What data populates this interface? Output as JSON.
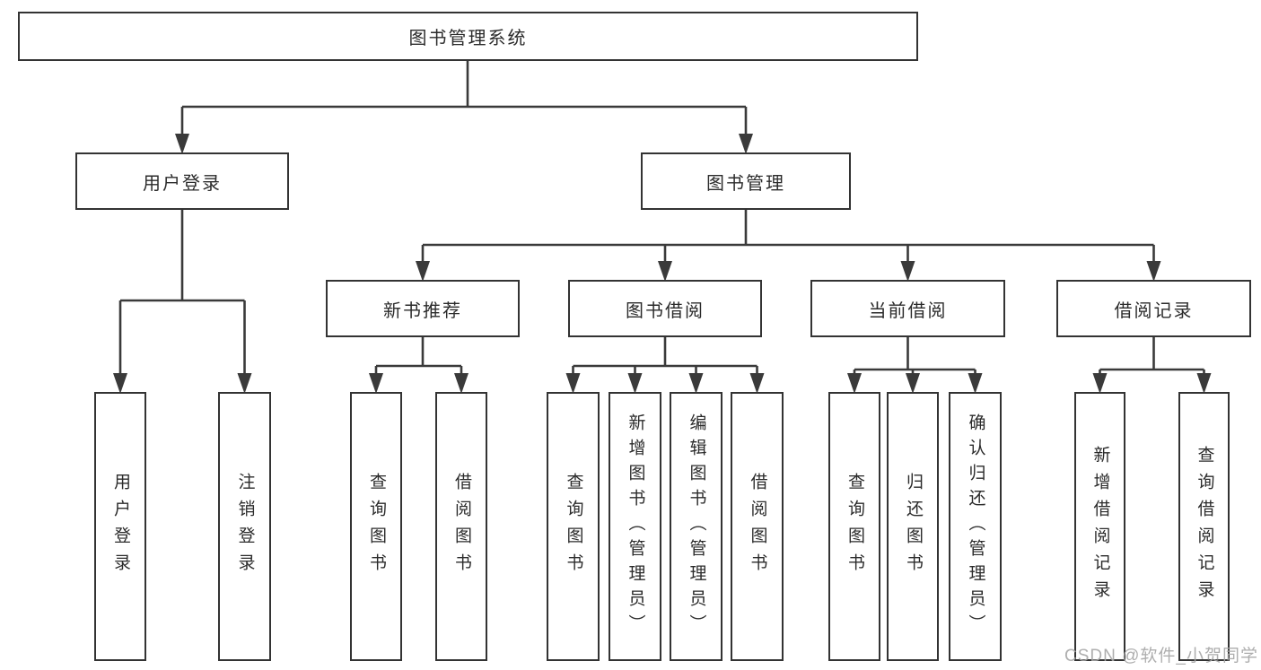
{
  "diagram_title": "图书管理系统",
  "nodes": {
    "root": "图书管理系统",
    "user_login": "用户登录",
    "book_management": "图书管理",
    "new_book_recommend": "新书推荐",
    "book_borrowing": "图书借阅",
    "current_borrowing": "当前借阅",
    "borrowing_records": "借阅记录",
    "leaf_user_login": "用户登录",
    "leaf_logout": "注销登录",
    "leaf_recommend_query_books": "查询图书",
    "leaf_recommend_borrow_books": "借阅图书",
    "leaf_borrowing_query_books": "查询图书",
    "leaf_borrowing_add_books_admin": "新增图书（管理员）",
    "leaf_borrowing_edit_books_admin": "编辑图书（管理员）",
    "leaf_borrowing_borrow_books": "借阅图书",
    "leaf_current_query_books": "查询图书",
    "leaf_current_return_books": "归还图书",
    "leaf_current_confirm_return_admin": "确认归还（管理员）",
    "leaf_records_add_record": "新增借阅记录",
    "leaf_records_query_record": "查询借阅记录"
  },
  "hierarchy": {
    "图书管理系统": {
      "用户登录": [
        "用户登录",
        "注销登录"
      ],
      "图书管理": {
        "新书推荐": [
          "查询图书",
          "借阅图书"
        ],
        "图书借阅": [
          "查询图书",
          "新增图书（管理员）",
          "编辑图书（管理员）",
          "借阅图书"
        ],
        "当前借阅": [
          "查询图书",
          "归还图书",
          "确认归还（管理员）"
        ],
        "借阅记录": [
          "新增借阅记录",
          "查询借阅记录"
        ]
      }
    }
  },
  "watermark": "CSDN @软件_小贺同学",
  "colors": {
    "line": "#3a3a3a",
    "box_border": "#333333",
    "box_fill": "#ffffff",
    "text": "#2b2b2b",
    "watermark_text": "#a6a6a6",
    "background": "#ffffff"
  }
}
